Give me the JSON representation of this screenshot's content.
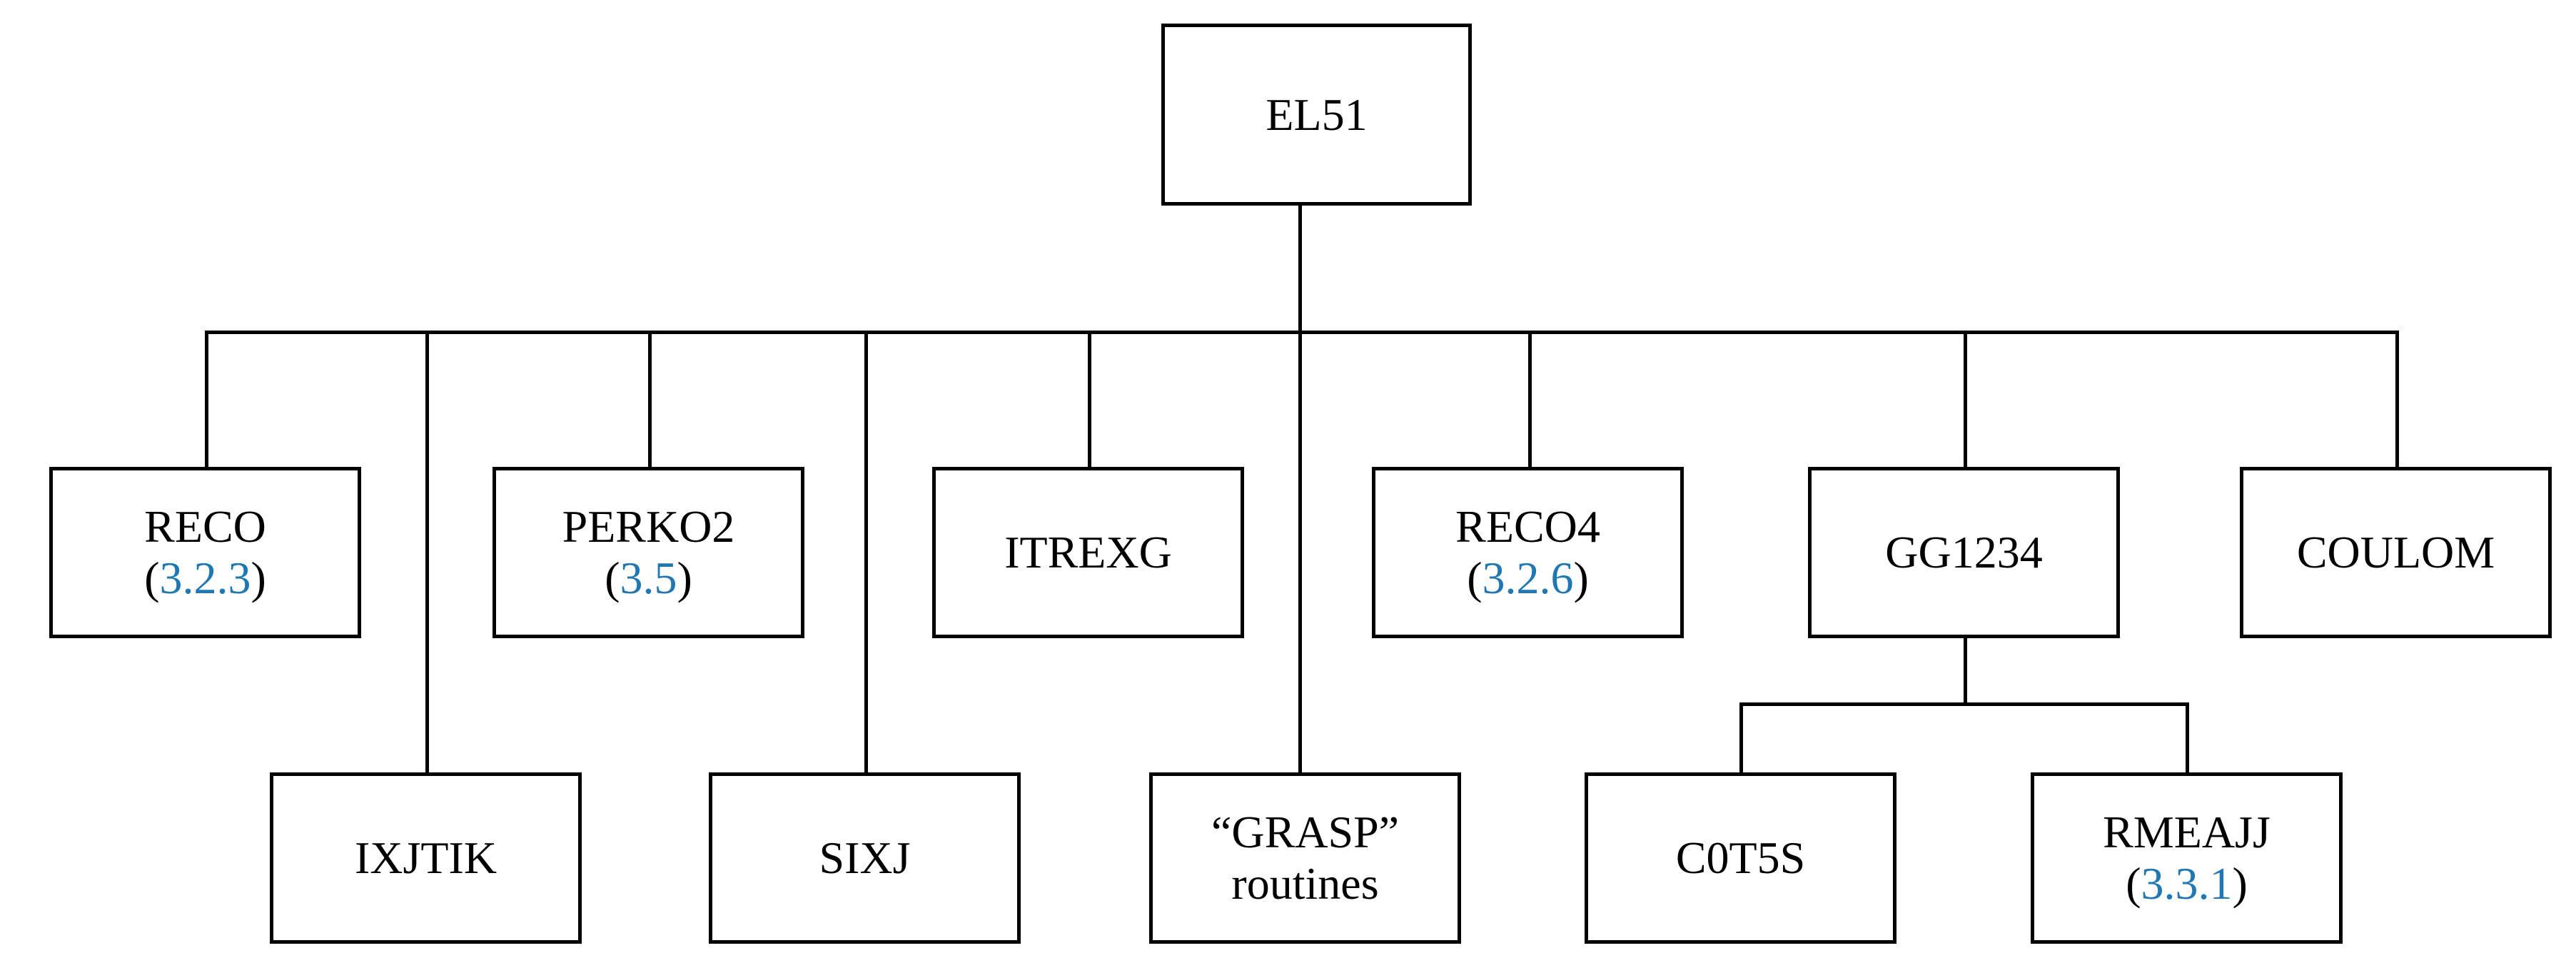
{
  "diagram": {
    "title_root": "EL51",
    "accent_color": "#1f77b4",
    "line_color": "#000000",
    "background_color": "#ffffff",
    "nodes": {
      "root": {
        "label": "EL51",
        "version": "",
        "version_open": "",
        "version_close": ""
      },
      "reco": {
        "label": "RECO",
        "version": "3.2.3",
        "version_open": "(",
        "version_close": ")"
      },
      "perko2": {
        "label": "PERKO2",
        "version": "3.5",
        "version_open": "(",
        "version_close": ")"
      },
      "itrexg": {
        "label": "ITREXG",
        "version": "",
        "version_open": "",
        "version_close": ""
      },
      "reco4": {
        "label": "RECO4",
        "version": "3.2.6",
        "version_open": "(",
        "version_close": ")"
      },
      "gg1234": {
        "label": "GG1234",
        "version": "",
        "version_open": "",
        "version_close": ""
      },
      "coulom": {
        "label": "COULOM",
        "version": "",
        "version_open": "",
        "version_close": ""
      },
      "ixjtik": {
        "label": "IXJTIK",
        "version": "",
        "version_open": "",
        "version_close": ""
      },
      "sixj": {
        "label": "SIXJ",
        "version": "",
        "version_open": "",
        "version_close": ""
      },
      "grasp": {
        "label": "“GRASP”",
        "label2": "routines",
        "version": "",
        "version_open": "",
        "version_close": ""
      },
      "c0t5s": {
        "label": "C0T5S",
        "version": "",
        "version_open": "",
        "version_close": ""
      },
      "rmeajj": {
        "label": "RMEAJJ",
        "version": "3.3.1",
        "version_open": "(",
        "version_close": ")"
      }
    }
  }
}
